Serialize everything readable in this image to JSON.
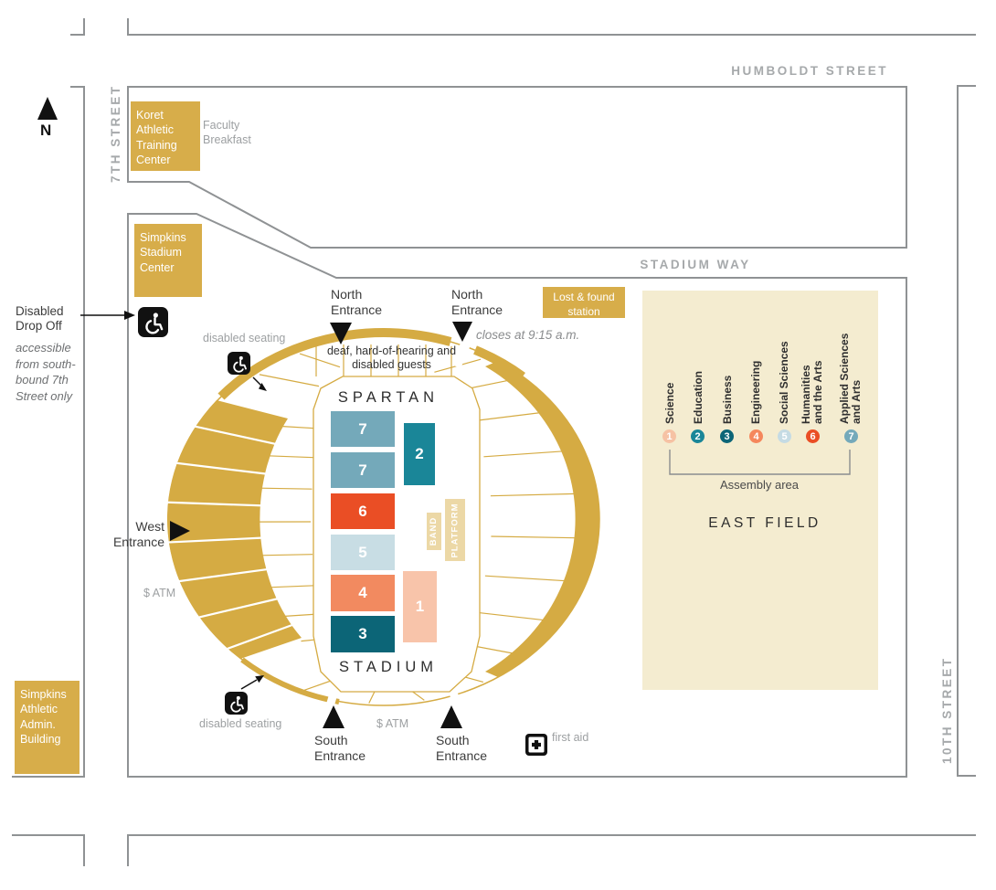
{
  "streets": {
    "humboldt": "HUMBOLDT STREET",
    "stadium_way": "STADIUM WAY",
    "seventh": "7TH STREET",
    "tenth": "10TH STREET"
  },
  "compass_n": "N",
  "buildings": {
    "koret": "Koret Athletic Training Center",
    "simpkins_stadium": "Simpkins Stadium Center",
    "simpkins_admin": "Simpkins Athletic Admin. Building",
    "lost_found": "Lost & found station"
  },
  "annotations": {
    "faculty_breakfast": "Faculty Breakfast",
    "disabled_drop_off": "Disabled Drop Off",
    "drop_off_note": "accessible from south-bound 7th Street only",
    "disabled_seating_north": "disabled seating",
    "disabled_seating_south": "disabled seating",
    "closes_note": "closes at 9:15 a.m.",
    "deaf_note": "deaf, hard-of-hearing and disabled guests",
    "atm_west": "$ ATM",
    "atm_south": "$ ATM",
    "first_aid": "first aid"
  },
  "entrances": {
    "north1": "North Entrance",
    "north2": "North Entrance",
    "west": "West Entrance",
    "south1": "South Entrance",
    "south2": "South Entrance"
  },
  "stadium": {
    "title_top": "SPARTAN",
    "title_bottom": "STADIUM",
    "band": "BAND",
    "platform": "PLATFORM",
    "sections_left": [
      {
        "num": "7",
        "color": "#74a9ba"
      },
      {
        "num": "7",
        "color": "#74a9ba"
      },
      {
        "num": "6",
        "color": "#ea4e25"
      },
      {
        "num": "5",
        "color": "#c8dde4"
      },
      {
        "num": "4",
        "color": "#f28a60"
      },
      {
        "num": "3",
        "color": "#0c6577"
      }
    ],
    "sections_right": [
      {
        "num": "2",
        "color": "#1a8698"
      },
      {
        "num": "1",
        "color": "#f8c4aa"
      }
    ]
  },
  "east_field": {
    "title": "EAST FIELD",
    "assembly_label": "Assembly area",
    "legend": [
      {
        "num": "1",
        "label": "Science",
        "color": "#f6c2a4"
      },
      {
        "num": "2",
        "label": "Education",
        "color": "#1a8698"
      },
      {
        "num": "3",
        "label": "Business",
        "color": "#0c6577"
      },
      {
        "num": "4",
        "label": "Engineering",
        "color": "#f5875c"
      },
      {
        "num": "5",
        "label": "Social Sciences",
        "color": "#c5dbe4"
      },
      {
        "num": "6",
        "label": "Humanities\nand the Arts",
        "color": "#ea4e25"
      },
      {
        "num": "7",
        "label": "Applied Sciences\nand Arts",
        "color": "#74a9ba"
      }
    ]
  },
  "colors": {
    "gold": "#d7ad4a",
    "field_beige": "#f4ecd0",
    "platform_beige": "#ecd8a6",
    "street_gray": "#8f9294",
    "street_label_gray": "#a6a9ab"
  }
}
